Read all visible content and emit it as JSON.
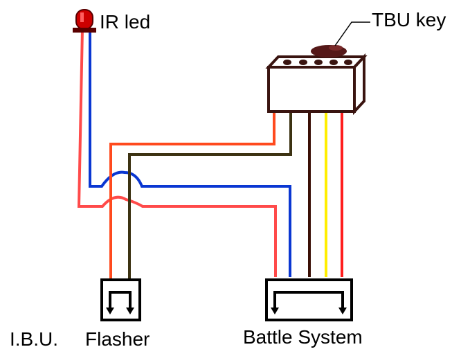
{
  "labels": {
    "ir_led": "IR led",
    "tbu_key": "TBU key",
    "ibu": "I.B.U.",
    "flasher": "Flasher",
    "battle_system": "Battle System"
  },
  "colors": {
    "wire_red": "#ff4a4a",
    "wire_orange_red": "#ff4a1e",
    "wire_blue": "#0a37d2",
    "wire_olive": "#3c3212",
    "wire_brown": "#3a0f05",
    "wire_yellow": "#ffee00",
    "wire_bright_red": "#ff1e1e",
    "led_red": "#cc0000",
    "led_base": "#5a0000",
    "key_button": "#551818",
    "outline": "#3a1410"
  }
}
